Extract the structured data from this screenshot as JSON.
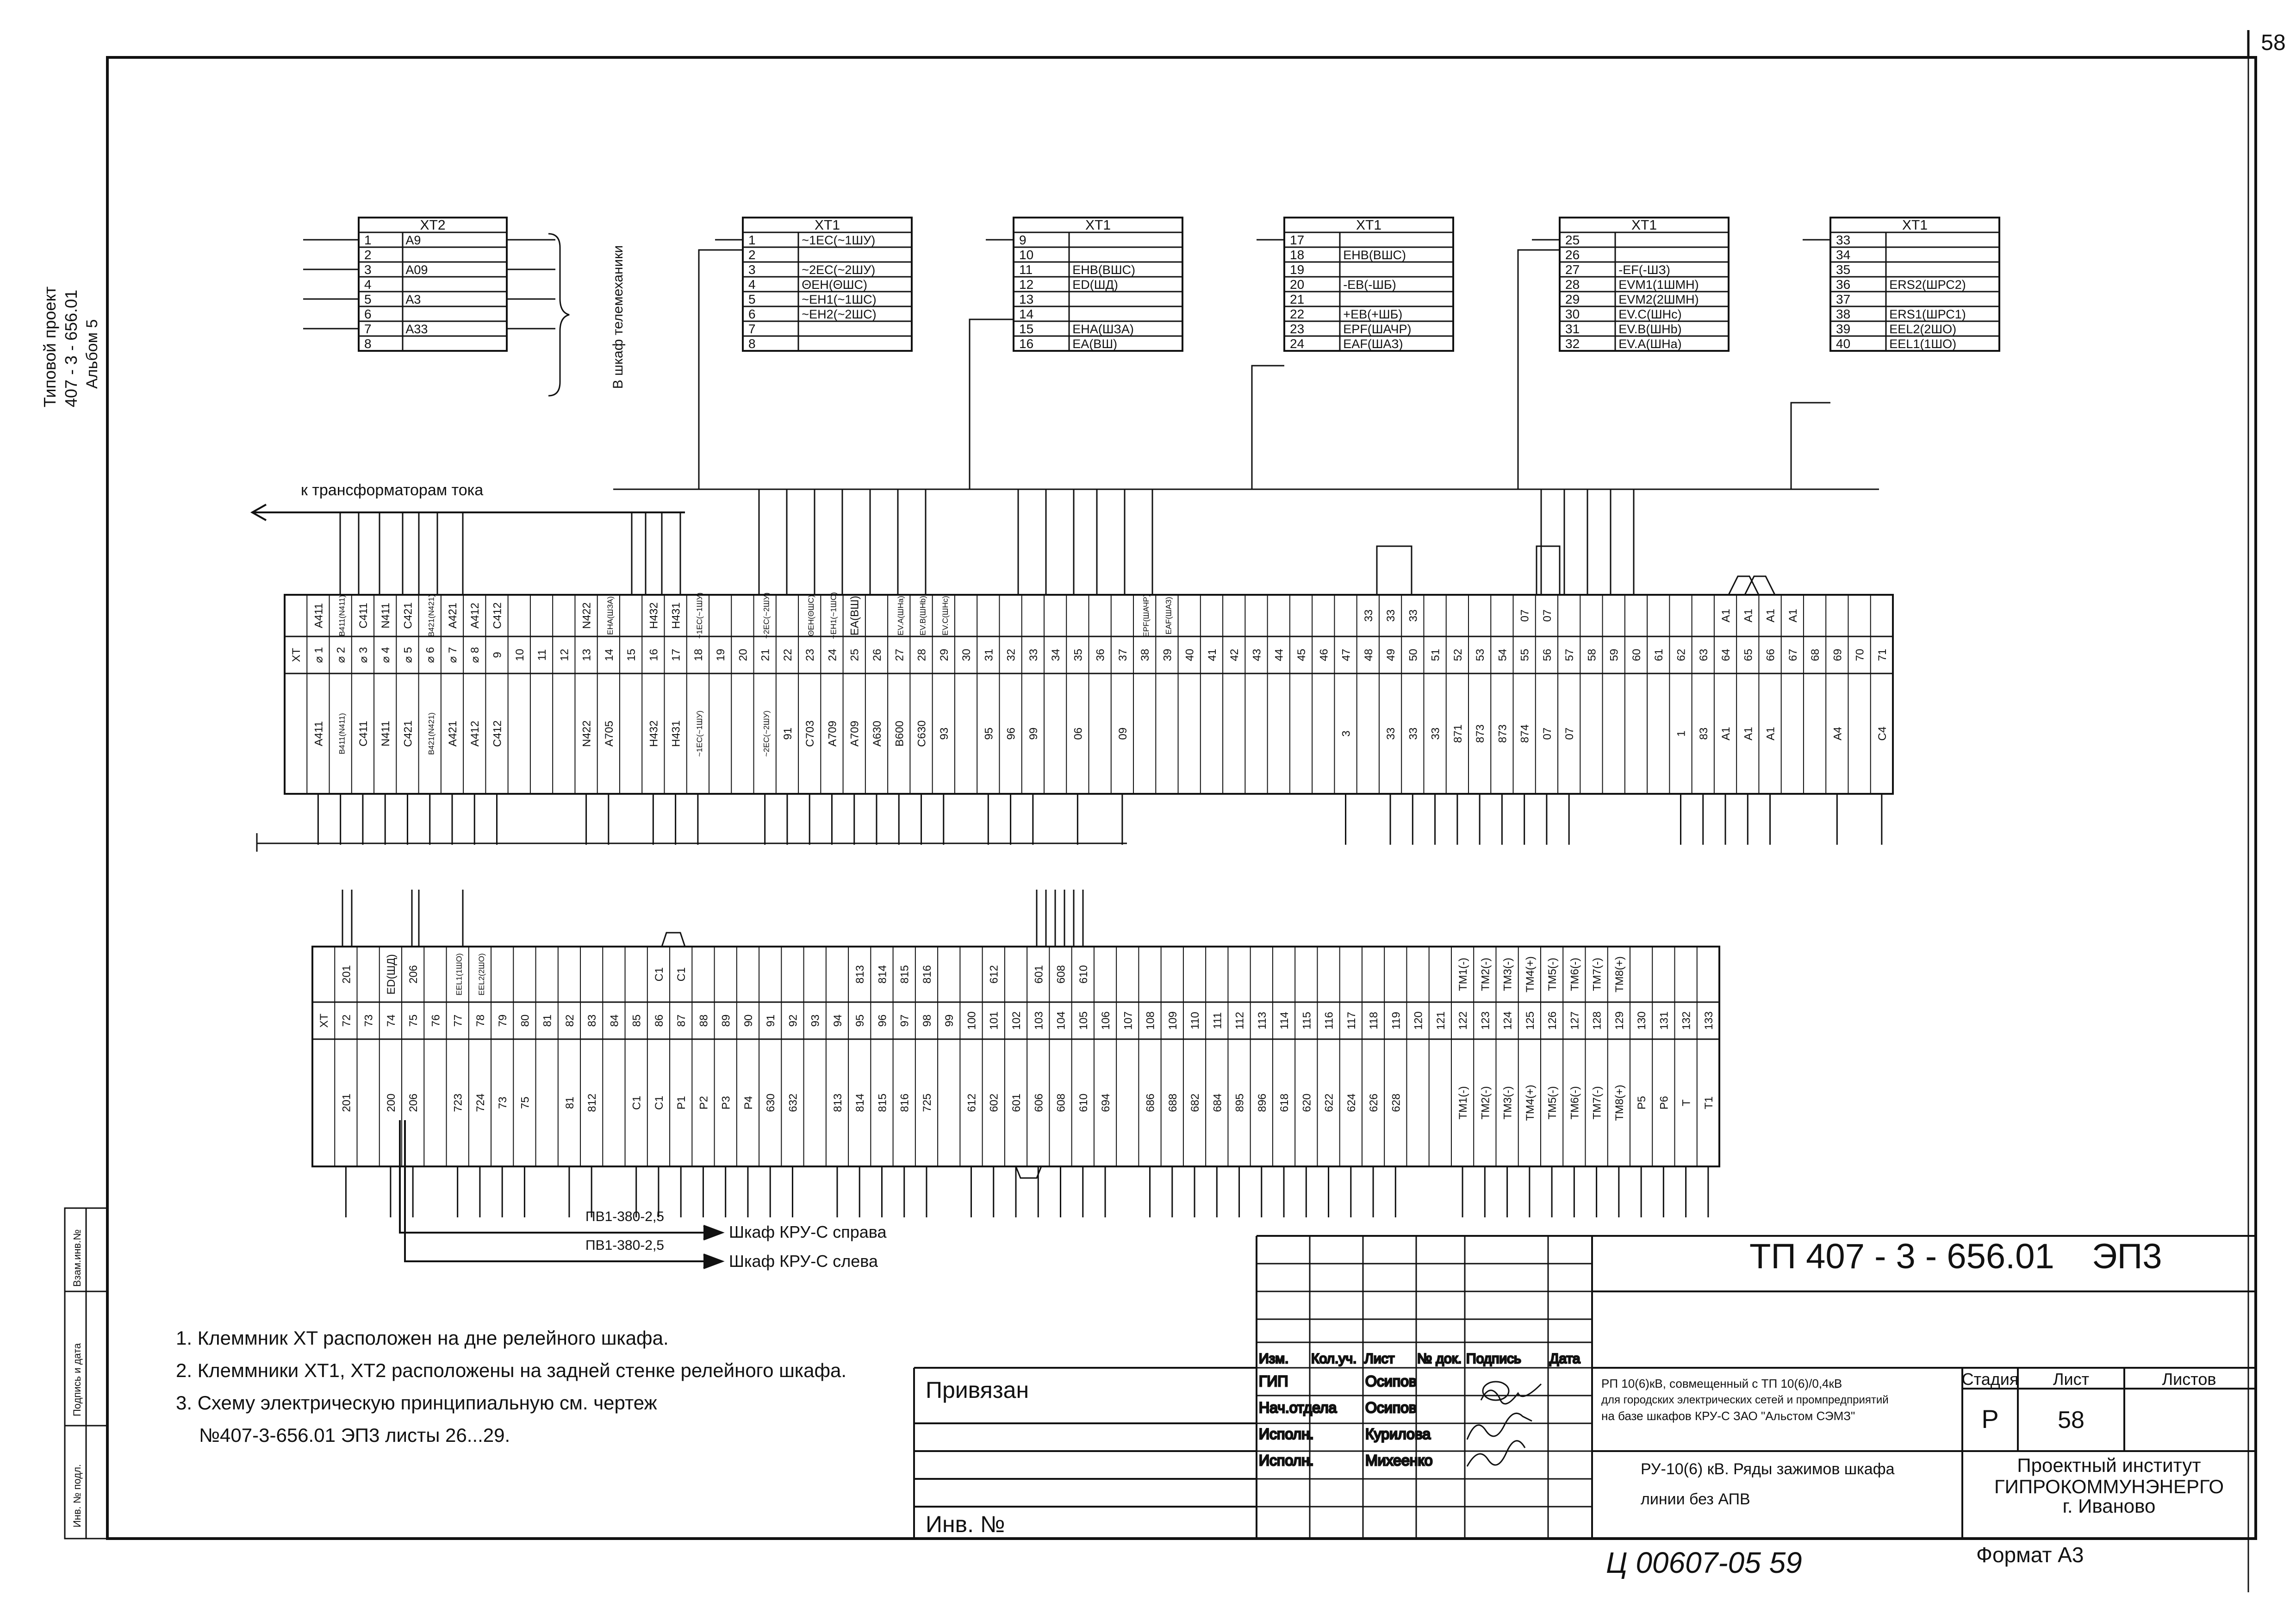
{
  "sheet": {
    "number": "58",
    "stamp": "Ц 00607-05  59"
  },
  "side": {
    "project": "Типовой проект",
    "code": "407 - 3 - 656.01",
    "album": "Альбом 5"
  },
  "xt2": {
    "title": "XT2",
    "rows": [
      [
        "1",
        "A9"
      ],
      [
        "2",
        ""
      ],
      [
        "3",
        "A09"
      ],
      [
        "4",
        ""
      ],
      [
        "5",
        "A3"
      ],
      [
        "6",
        ""
      ],
      [
        "7",
        "A33"
      ],
      [
        "8",
        ""
      ]
    ],
    "note": "В шкаф телемеханики"
  },
  "xt1_blocks": [
    {
      "title": "XT1",
      "rows": [
        [
          "1",
          "~1EC(~1ШУ)"
        ],
        [
          "2",
          ""
        ],
        [
          "3",
          "~2EC(~2ШУ)"
        ],
        [
          "4",
          "ΘEH(ΘШС)"
        ],
        [
          "5",
          "~EH1(~1ШС)"
        ],
        [
          "6",
          "~EH2(~2ШС)"
        ],
        [
          "7",
          ""
        ],
        [
          "8",
          ""
        ]
      ]
    },
    {
      "title": "XT1",
      "rows": [
        [
          "9",
          ""
        ],
        [
          "10",
          ""
        ],
        [
          "11",
          "EHB(ВШС)"
        ],
        [
          "12",
          "ED(ШД)"
        ],
        [
          "13",
          ""
        ],
        [
          "14",
          ""
        ],
        [
          "15",
          "EHA(ШЗА)"
        ],
        [
          "16",
          "EA(ВШ)"
        ]
      ]
    },
    {
      "title": "XT1",
      "rows": [
        [
          "17",
          ""
        ],
        [
          "18",
          "EHB(ВШС)"
        ],
        [
          "19",
          ""
        ],
        [
          "20",
          "-EB(-ШБ)"
        ],
        [
          "21",
          ""
        ],
        [
          "22",
          "+EB(+ШБ)"
        ],
        [
          "23",
          "EPF(ШАЧР)"
        ],
        [
          "24",
          "EAF(ШАЗ)"
        ]
      ]
    },
    {
      "title": "XT1",
      "rows": [
        [
          "25",
          ""
        ],
        [
          "26",
          ""
        ],
        [
          "27",
          "-EF(-ШЗ)"
        ],
        [
          "28",
          "EVM1(1ШМН)"
        ],
        [
          "29",
          "EVM2(2ШМН)"
        ],
        [
          "30",
          "EV.C(ШНс)"
        ],
        [
          "31",
          "EV.B(ШНb)"
        ],
        [
          "32",
          "EV.A(ШНа)"
        ]
      ]
    },
    {
      "title": "XT1",
      "rows": [
        [
          "33",
          ""
        ],
        [
          "34",
          ""
        ],
        [
          "35",
          ""
        ],
        [
          "36",
          "ERS2(ШРС2)"
        ],
        [
          "37",
          ""
        ],
        [
          "38",
          "ERS1(ШРС1)"
        ],
        [
          "39",
          "EEL2(2ШО)"
        ],
        [
          "40",
          "EEL1(1ШО)"
        ]
      ]
    }
  ],
  "current_transformers": "к трансформаторам тока",
  "strip1": {
    "label": "XT",
    "top": [
      "A411",
      "В411(N411)",
      "C411",
      "N411",
      "C421",
      "В421(N421)",
      "A421",
      "A412",
      "C412",
      "",
      "",
      "",
      "N422",
      "EHA(ШЗА)",
      "",
      "H432",
      "H431",
      "~1EC(~1ШУ)",
      "",
      "",
      "~2EC(~2ШУ)",
      "",
      "ΘEH(ΘШС)",
      "~EH1(~1ШС)",
      "EA(ВШ)",
      "",
      "EV.A(ШНа)",
      "EV.B(ШНb)",
      "EV.C(ШНс)",
      "",
      "",
      "",
      "",
      "",
      "",
      "",
      "",
      "EPF(ШАЧР)",
      "EAF(ШАЗ)",
      "",
      "",
      "",
      "",
      "",
      "",
      "",
      "",
      "33",
      "33",
      "33",
      "",
      "",
      "",
      "",
      "07",
      "07",
      "",
      "",
      "",
      "",
      "",
      "",
      "",
      "A1",
      "A1",
      "A1",
      "A1",
      "",
      "",
      "",
      "",
      ""
    ],
    "mid": [
      "⌀ 1",
      "⌀ 2",
      "⌀ 3",
      "⌀ 4",
      "⌀ 5",
      "⌀ 6",
      "⌀ 7",
      "⌀ 8",
      "9",
      "10",
      "11",
      "12",
      "13",
      "14",
      "15",
      "16",
      "17",
      "18",
      "19",
      "20",
      "21",
      "22",
      "23",
      "24",
      "25",
      "26",
      "27",
      "28",
      "29",
      "30",
      "31",
      "32",
      "33",
      "34",
      "35",
      "36",
      "37",
      "38",
      "39",
      "40",
      "41",
      "42",
      "43",
      "44",
      "45",
      "46",
      "47",
      "48",
      "49",
      "50",
      "51",
      "52",
      "53",
      "54",
      "55",
      "56",
      "57",
      "58",
      "59",
      "60",
      "61",
      "62",
      "63",
      "64",
      "65",
      "66",
      "67",
      "68",
      "69",
      "70",
      "71"
    ],
    "bot": [
      "A411",
      "В411(N411)",
      "C411",
      "N411",
      "C421",
      "В421(N421)",
      "A421",
      "A412",
      "C412",
      "",
      "",
      "",
      "N422",
      "A705",
      "",
      "H432",
      "H431",
      "~1EC(~1ШУ)",
      "",
      "",
      "~2EC(~2ШУ)",
      "91",
      "C703",
      "A709",
      "A709",
      "A630",
      "B600",
      "C630",
      "93",
      "",
      "95",
      "96",
      "99",
      "",
      "06",
      "",
      "09",
      "",
      "",
      "",
      "",
      "",
      "",
      "",
      "",
      "",
      "3",
      "",
      "33",
      "33",
      "33",
      "871",
      "873",
      "873",
      "874",
      "07",
      "07",
      "",
      "",
      "",
      "",
      "1",
      "83",
      "A1",
      "A1",
      "A1",
      "",
      "",
      "A4",
      "",
      "C4",
      ""
    ]
  },
  "strip2": {
    "label": "XT",
    "top": [
      "",
      "201",
      "",
      "ED(ШД)",
      "206",
      "",
      "EEL1(1ШО)",
      "EEL2(2ШО)",
      "",
      "",
      "",
      "",
      "",
      "",
      "",
      "C1",
      "C1",
      "",
      "",
      "",
      "",
      "",
      "",
      "",
      "813",
      "814",
      "815",
      "816",
      "",
      "",
      "612",
      "",
      "601",
      "608",
      "610",
      "",
      "",
      "",
      "",
      "",
      "",
      "",
      "",
      "",
      "",
      "",
      "",
      "",
      "",
      "",
      "",
      "TM1(-)",
      "TM2(-)",
      "TM3(-)",
      "TM4(+)",
      "TM5(-)",
      "TM6(-)",
      "TM7(-)",
      "TM8(+)",
      "",
      "",
      "",
      ""
    ],
    "mid": [
      "XT",
      "72",
      "73",
      "74",
      "75",
      "76",
      "77",
      "78",
      "79",
      "80",
      "81",
      "82",
      "83",
      "84",
      "85",
      "86",
      "87",
      "88",
      "89",
      "90",
      "91",
      "92",
      "93",
      "94",
      "95",
      "96",
      "97",
      "98",
      "99",
      "100",
      "101",
      "102",
      "103",
      "104",
      "105",
      "106",
      "107",
      "108",
      "109",
      "110",
      "111",
      "112",
      "113",
      "114",
      "115",
      "116",
      "117",
      "118",
      "119",
      "120",
      "121",
      "122",
      "123",
      "124",
      "125",
      "126",
      "127",
      "128",
      "129",
      "130",
      "131",
      "132",
      "133"
    ],
    "bot": [
      "",
      "201",
      "",
      "200",
      "206",
      "",
      "723",
      "724",
      "73",
      "75",
      "",
      "81",
      "812",
      "",
      "C1",
      "C1",
      "P1",
      "P2",
      "P3",
      "P4",
      "630",
      "632",
      "",
      "813",
      "814",
      "815",
      "816",
      "725",
      "",
      "612",
      "602",
      "601",
      "606",
      "608",
      "610",
      "694",
      "",
      "686",
      "688",
      "682",
      "684",
      "895",
      "896",
      "618",
      "620",
      "622",
      "624",
      "626",
      "628",
      "",
      "",
      "TM1(-)",
      "TM2(-)",
      "TM3(-)",
      "TM4(+)",
      "TM5(-)",
      "TM6(-)",
      "TM7(-)",
      "TM8(+)",
      "P5",
      "P6",
      "T",
      "T1"
    ]
  },
  "routes": [
    {
      "cable": "ПВ1-380-2,5",
      "dest": "Шкаф КРУ-С справа"
    },
    {
      "cable": "ПВ1-380-2,5",
      "dest": "Шкаф КРУ-С слева"
    }
  ],
  "notes": [
    "1. Клеммник XT расположен на дне релейного шкафа.",
    "2. Клеммники XT1, XT2 расположены на задней стенке релейного шкафа.",
    "3. Схему электрическую принципиальную см. чертеж",
    "№407-3-656.01 ЭП3 листы 26...29."
  ],
  "stamp_side": [
    "Взам.инв.№",
    "Подпись и дата",
    "Инв. № подл."
  ],
  "title_block": {
    "doc_code": "ТП  407 - 3 - 656.01",
    "sheet_code": "ЭП3",
    "bound": "Привязан",
    "inv": "Инв. №",
    "header": [
      "Изм.",
      "Кол.уч.",
      "Лист",
      "№ док.",
      "Подпись",
      "Дата"
    ],
    "people": [
      [
        "ГИП",
        "Осипов"
      ],
      [
        "Нач.отдела",
        "Осипов"
      ],
      [
        "Исполн.",
        "Курилова"
      ],
      [
        "Исполн.",
        "Михеенко"
      ]
    ],
    "project_desc": [
      "РП 10(6)кВ, совмещенный с ТП 10(6)/0,4кВ",
      "для городских электрических сетей и промпредприятий",
      "на базе шкафов КРУ-С ЗАО \"Альстом СЭМЗ\""
    ],
    "stage_h": "Стадия",
    "sheet_h": "Лист",
    "sheets_h": "Листов",
    "stage": "Р",
    "sheet": "58",
    "sheet_title": [
      "РУ-10(6) кВ. Ряды зажимов шкафа",
      "линии без АПВ"
    ],
    "org": [
      "Проектный институт",
      "ГИПРОКОММУНЭНЕРГО",
      "г. Иваново"
    ],
    "format": "Формат А3"
  }
}
